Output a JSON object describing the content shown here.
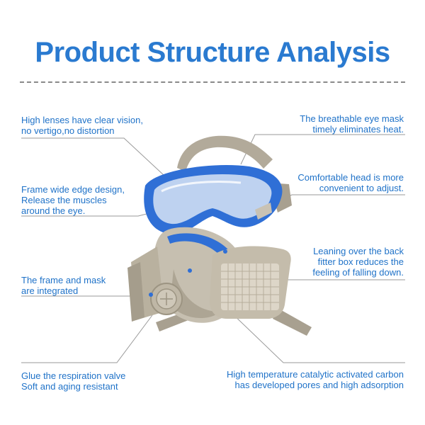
{
  "title": "Product Structure Analysis",
  "notes": {
    "high_lenses": "High lenses have clear vision,\nno vertigo,no distortion",
    "frame_edge": "Frame wide edge design,\nRelease the muscles\naround the eye.",
    "frame_mask": "The frame and mask\nare integrated",
    "glue_valve": "Glue the respiration valve\nSoft and aging resistant",
    "breathable": "The breathable eye mask\ntimely eliminates heat.",
    "head_adjust": "Comfortable head is more\nconvenient to adjust.",
    "filter_box": "Leaning over the back\nfitter box reduces the\nfeeling of falling down.",
    "carbon": "High temperature catalytic activated carbon\nhas developed pores and high adsorption"
  },
  "colors": {
    "title": "#2a7ad0",
    "note_text": "#1f72c8",
    "divider": "#8a8a8a",
    "leader_line": "#9a9a9a",
    "mask_blue": "#2f6fd6",
    "mask_gray": "#bdb5a6"
  }
}
